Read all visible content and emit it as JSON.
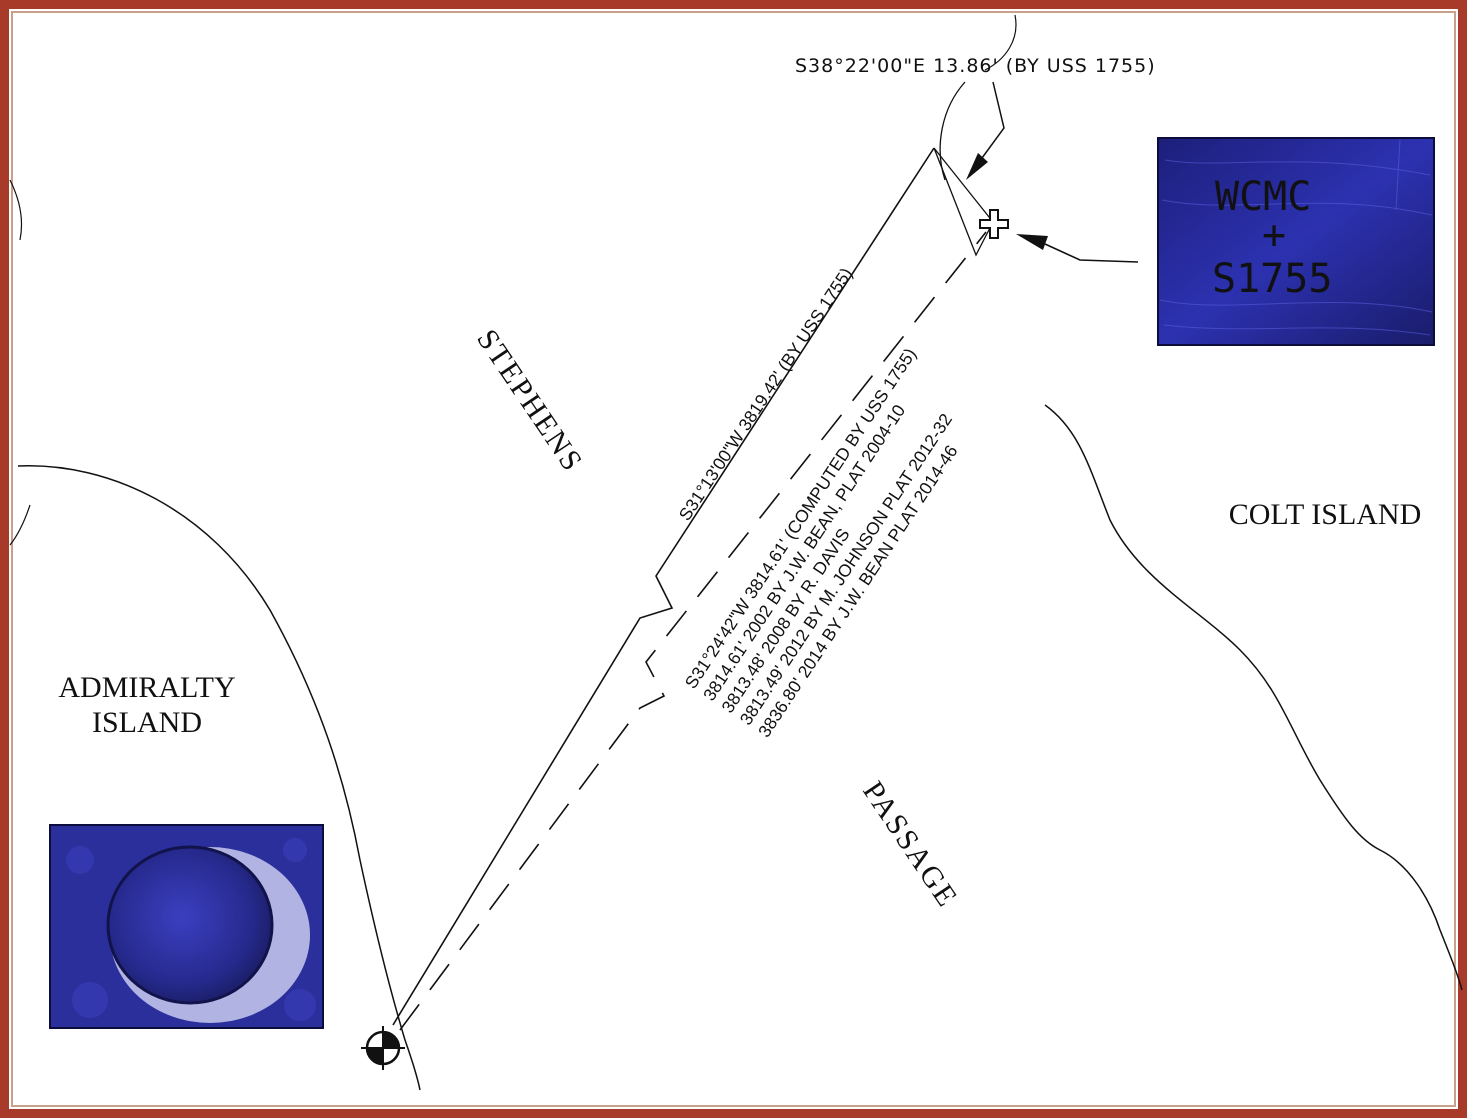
{
  "labels": {
    "admiralty_line1": "ADMIRALTY",
    "admiralty_line2": "ISLAND",
    "colt": "COLT ISLAND",
    "stephens": "STEPHENS",
    "passage": "PASSAGE"
  },
  "bearings": {
    "top": "S38°22'00\"E 13.86' (BY USS 1755)",
    "record": "S31°13'00\"W 3819.42' (BY USS 1755)",
    "computed": [
      "S31°24'42\"W 3814.61' (COMPUTED BY USS 1755)",
      "3814.61' 2002 BY J.W. BEAN, PLAT 2004-10",
      "3813.48' 2008 BY R. DAVIS",
      "3813.49' 2012 BY M. JOHNSON PLAT 2012-32",
      "3836.80' 2014 BY J.W. BEAN PLAT 2014-46"
    ]
  },
  "photos": {
    "carving_line1": "WCMC",
    "carving_line2": "+",
    "carving_line3": "S1755"
  },
  "colors": {
    "frame": "#a83a2a",
    "photo_blue": "#2a2ea8",
    "line": "#111111"
  }
}
